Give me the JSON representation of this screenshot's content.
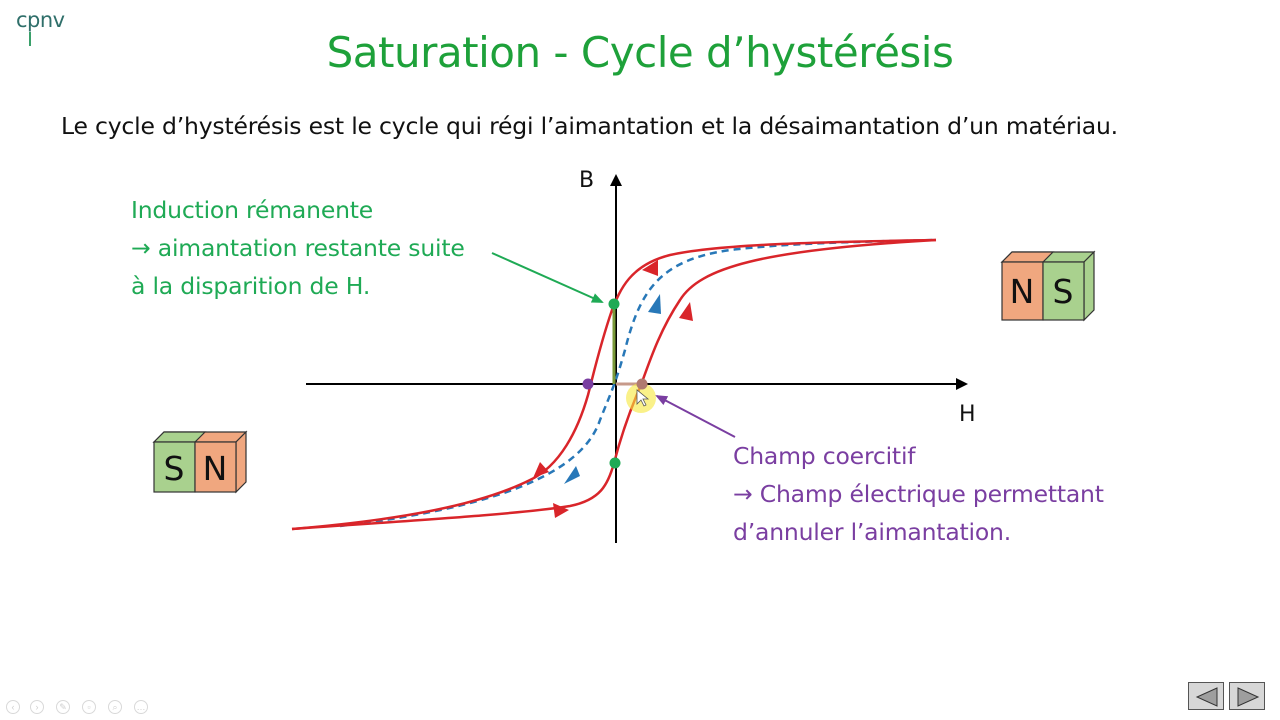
{
  "logo": {
    "text": "cpnv"
  },
  "title": "Saturation - Cycle d’hystérésis",
  "subtitle": "Le cycle d’hystérésis est le cycle qui régi l’aimantation et la désaimantation d’un matériau.",
  "axes": {
    "y_label": "B",
    "x_label": "H"
  },
  "annotations": {
    "remanence": {
      "lines": [
        "Induction rémanente",
        "→ aimantation restante suite",
        "à la disparition de H."
      ],
      "color": "#1faa55"
    },
    "coercive": {
      "lines": [
        "Champ coercitif",
        "→ Champ électrique permettant",
        "d’annuler l’aimantation."
      ],
      "color": "#7a3ea1"
    }
  },
  "magnets": {
    "right": {
      "left_letter": "N",
      "right_letter": "S"
    },
    "left": {
      "left_letter": "S",
      "right_letter": "N"
    }
  },
  "colors": {
    "hysteresis_curve": "#d9252a",
    "first_magnetization_curve": "#2878b8",
    "north_face": "#f0a77f",
    "south_face": "#a9d18e",
    "remanence_point": "#1faa55",
    "coercive_point": "#7a3ea1"
  },
  "nav": {
    "prev": "previous-slide",
    "next": "next-slide"
  }
}
